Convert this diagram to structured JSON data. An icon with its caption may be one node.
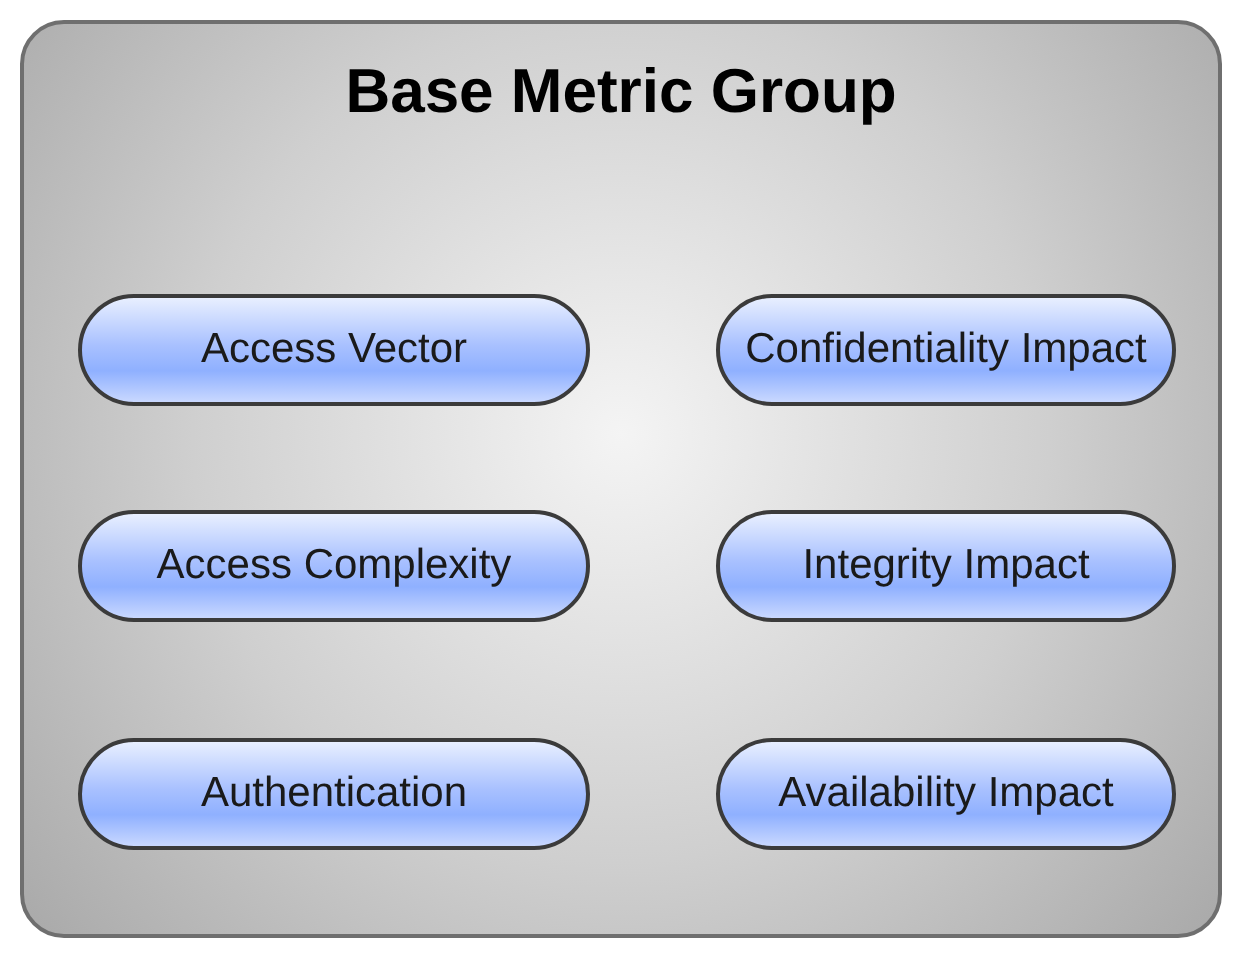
{
  "diagram": {
    "nodes": [
      {
        "text": [
          "Base Metric Group"
        ]
      },
      {
        "text": [
          "Access Vector"
        ],
        "in": 0
      },
      {
        "text": [
          "Confidentiality Impact"
        ],
        "in": 0
      },
      {
        "text": [
          "Access Complexity"
        ],
        "in": 0
      },
      {
        "text": [
          "Integrity Impact"
        ],
        "in": 0
      },
      {
        "text": [
          "Authentication"
        ],
        "in": 0
      },
      {
        "text": [
          "Availability Impact"
        ],
        "in": 0
      }
    ]
  }
}
